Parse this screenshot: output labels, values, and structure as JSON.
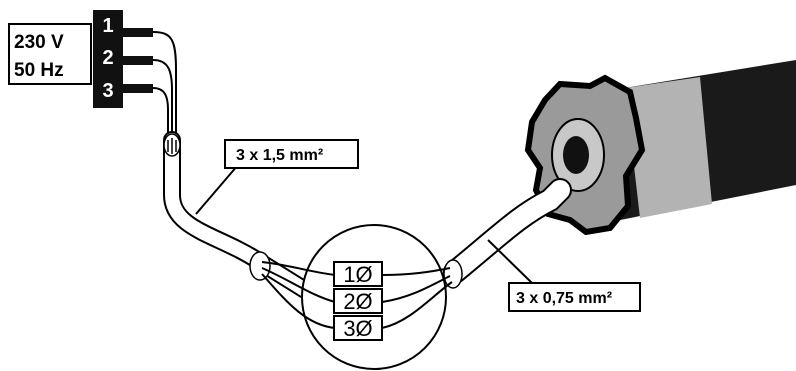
{
  "supply": {
    "voltage": "230 V",
    "frequency": "50 Hz",
    "terminals": [
      "1",
      "2",
      "3"
    ]
  },
  "cables": {
    "supply_cable": "3 x 1,5 mm²",
    "motor_cable": "3 x 0,75 mm²"
  },
  "connector": {
    "terminals": [
      "1Ø",
      "2Ø",
      "3Ø"
    ]
  },
  "colors": {
    "line": "#000000",
    "motor_body": "#1a1a1a",
    "motor_band": "#b3b3b3",
    "motor_head": "#999999",
    "background": "#ffffff"
  },
  "icons": [
    "tubular-motor-icon",
    "cable-icon",
    "terminal-block-icon"
  ]
}
